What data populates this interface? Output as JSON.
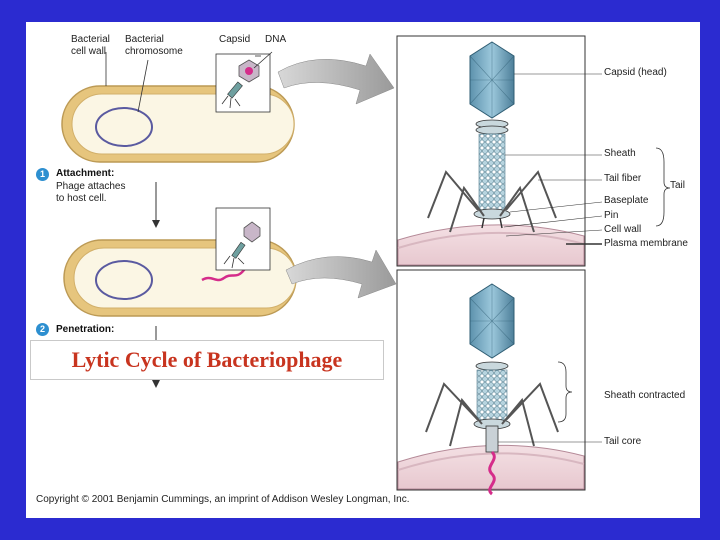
{
  "slide": {
    "title": "Lytic Cycle of Bacteriophage",
    "copyright": "Copyright © 2001 Benjamin Cummings, an imprint of Addison Wesley Longman, Inc."
  },
  "labels": {
    "bacterial_cell_wall": [
      "Bacterial",
      "cell wall"
    ],
    "bacterial_chromosome": [
      "Bacterial",
      "chromosome"
    ],
    "capsid": "Capsid",
    "dna": "DNA",
    "capsid_head": "Capsid (head)",
    "sheath": "Sheath",
    "tail_fiber": "Tail fiber",
    "tail": "Tail",
    "baseplate": "Baseplate",
    "pin": "Pin",
    "cell_wall": "Cell wall",
    "plasma_membrane": "Plasma membrane",
    "sheath_contracted": "Sheath contracted",
    "tail_core": "Tail core"
  },
  "steps": [
    {
      "number": "1",
      "title": "Attachment:",
      "text": [
        "Phage attaches",
        "to host cell."
      ]
    },
    {
      "number": "2",
      "title": "Penetration:",
      "text": []
    }
  ],
  "colors": {
    "background": "#2b2bd0",
    "title_text": "#c8341f",
    "capsid": "#7fb2cc",
    "cell_wall": "#e7c87a",
    "membrane": "#c9a0b0",
    "step_badge": "#2d8fd0"
  }
}
